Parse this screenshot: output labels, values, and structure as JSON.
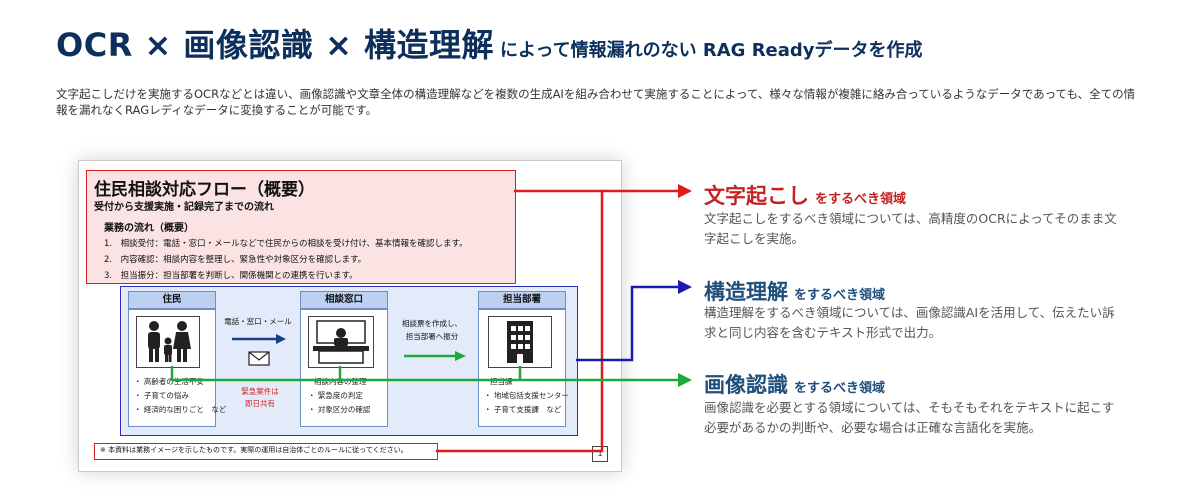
{
  "header": {
    "title_main": "OCR × 画像認識 × 構造理解",
    "title_sub": "によって情報漏れのない RAG Readyデータを作成",
    "intro": "文字起こしだけを実施するOCRなどとは違い、画像認識や文章全体の構造理解などを複数の生成AIを組み合わせて実施することによって、様々な情報が複雑に絡み合っているようなデータであっても、全ての情報を漏れなくRAGレディなデータに変換することが可能です。"
  },
  "document": {
    "title": "住民相談対応フロー（概要）",
    "subtitle": "受付から支援実施・記録完了までの流れ",
    "overview_title": "業務の流れ（概要）",
    "steps": [
      "1.　相談受付：電話・窓口・メールなどで住民からの相談を受け付け、基本情報を確認します。",
      "2.　内容確認：相談内容を整理し、緊急性や対象区分を確認します。",
      "3.　担当振分：担当部署を判断し、関係機関との連携を行います。"
    ],
    "columns": [
      {
        "header": "住民",
        "icon": "family-icon",
        "notes": [
          "・ 高齢者の生活不安",
          "・ 子育ての悩み",
          "・ 経済的な困りごと　など"
        ]
      },
      {
        "header": "相談窓口",
        "icon": "reception-desk-icon",
        "notes": [
          "相談内容の整理",
          "・ 緊急度の判定",
          "・ 対象区分の確認"
        ]
      },
      {
        "header": "担当部署",
        "icon": "building-icon",
        "notes": [
          "担当課",
          "・ 地域包括支援センター",
          "・ 子育て支援課　など"
        ]
      }
    ],
    "flow1_label": "電話・窓口・メール",
    "flow1_icon": "envelope-icon",
    "urgent_line1": "緊急案件は",
    "urgent_line2": "即日共有",
    "flow2_line1": "相談票を作成し、",
    "flow2_line2": "担当部署へ振分",
    "footnote": "※ 本資料は業務イメージを示したものです。実際の運用は自治体ごとのルールに従ってください。",
    "page_number": "1"
  },
  "callouts": [
    {
      "title": "文字起こし",
      "suffix": "をするべき領域",
      "color": "#c62121",
      "desc": "文字起こしをするべき領域については、高精度のOCRによってそのまま文字起こしを実施。"
    },
    {
      "title": "構造理解",
      "suffix": "をするべき領域",
      "color": "#1f4f7a",
      "desc": "構造理解をするべき領域については、画像認識AIを活用して、伝えたい訴求と同じ内容を含むテキスト形式で出力。"
    },
    {
      "title": "画像認識",
      "suffix": "をするべき領域",
      "color": "#1f4f7a",
      "desc": "画像認識を必要とする領域については、そもそもそれをテキストに起こす必要があるかの判断や、必要な場合は正確な言語化を実施。"
    }
  ],
  "colors": {
    "red": "#e01b1b",
    "blue": "#1a1ab0",
    "green": "#1fa83a",
    "navy": "#0d2f5c"
  }
}
